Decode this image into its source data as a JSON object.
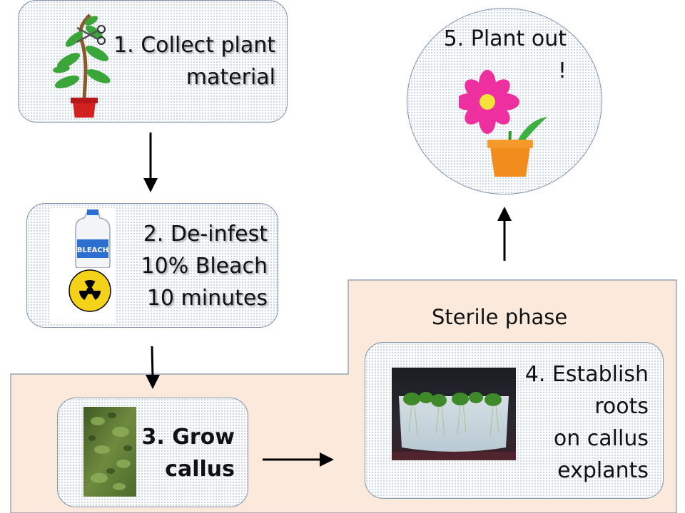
{
  "colors": {
    "sterile_fill": "#fbe9dc",
    "box_border": "#7f93ad",
    "arrow": "#000000"
  },
  "sterile": {
    "label": "Sterile phase"
  },
  "steps": {
    "collect": {
      "label": "1. Collect plant\nmaterial",
      "icons": [
        "potted-plant-icon",
        "scissors-icon"
      ]
    },
    "deinfest": {
      "label": "2. De-infest\n10% Bleach\n10 minutes",
      "icons": [
        "bleach-bottle-icon",
        "radiation-hazard-icon"
      ]
    },
    "grow": {
      "label": "3. Grow\ncallus",
      "image": "callus-photo"
    },
    "establish": {
      "label": "4. Establish\nroots\non callus\nexplants",
      "image": "culture-jar-photo"
    },
    "plantout": {
      "label": "5. Plant out\n!",
      "icons": [
        "flower-pot-icon"
      ]
    }
  }
}
